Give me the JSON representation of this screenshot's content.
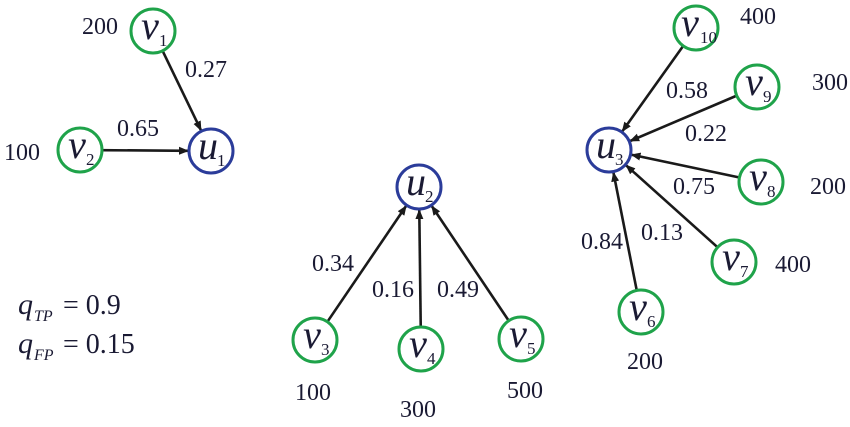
{
  "colors": {
    "source_node": "#1fa34a",
    "target_node": "#2b3c9a",
    "edge": "#1a1a1a",
    "text": "#1a1a33"
  },
  "nodes": [
    {
      "id": "v1",
      "symbol": "v",
      "sub": "1",
      "kind": "source",
      "label": "200"
    },
    {
      "id": "v2",
      "symbol": "v",
      "sub": "2",
      "kind": "source",
      "label": "100"
    },
    {
      "id": "u1",
      "symbol": "u",
      "sub": "1",
      "kind": "target",
      "label": ""
    },
    {
      "id": "u2",
      "symbol": "u",
      "sub": "2",
      "kind": "target",
      "label": ""
    },
    {
      "id": "v3",
      "symbol": "v",
      "sub": "3",
      "kind": "source",
      "label": "100"
    },
    {
      "id": "v4",
      "symbol": "v",
      "sub": "4",
      "kind": "source",
      "label": "300"
    },
    {
      "id": "v5",
      "symbol": "v",
      "sub": "5",
      "kind": "source",
      "label": "500"
    },
    {
      "id": "u3",
      "symbol": "u",
      "sub": "3",
      "kind": "target",
      "label": ""
    },
    {
      "id": "v6",
      "symbol": "v",
      "sub": "6",
      "kind": "source",
      "label": "200"
    },
    {
      "id": "v7",
      "symbol": "v",
      "sub": "7",
      "kind": "source",
      "label": "400"
    },
    {
      "id": "v8",
      "symbol": "v",
      "sub": "8",
      "kind": "source",
      "label": "200"
    },
    {
      "id": "v9",
      "symbol": "v",
      "sub": "9",
      "kind": "source",
      "label": "300"
    },
    {
      "id": "v10",
      "symbol": "v",
      "sub": "10",
      "kind": "source",
      "label": "400"
    }
  ],
  "edges": [
    {
      "from": "v1",
      "to": "u1",
      "weight": "0.27"
    },
    {
      "from": "v2",
      "to": "u1",
      "weight": "0.65"
    },
    {
      "from": "v3",
      "to": "u2",
      "weight": "0.34"
    },
    {
      "from": "v4",
      "to": "u2",
      "weight": "0.16"
    },
    {
      "from": "v5",
      "to": "u2",
      "weight": "0.49"
    },
    {
      "from": "v6",
      "to": "u3",
      "weight": "0.84"
    },
    {
      "from": "v7",
      "to": "u3",
      "weight": "0.13"
    },
    {
      "from": "v8",
      "to": "u3",
      "weight": "0.75"
    },
    {
      "from": "v9",
      "to": "u3",
      "weight": "0.22"
    },
    {
      "from": "v10",
      "to": "u3",
      "weight": "0.58"
    }
  ],
  "parameters": [
    {
      "symbol": "q",
      "sub": "TP",
      "value": "= 0.9"
    },
    {
      "symbol": "q",
      "sub": "FP",
      "value": "= 0.15"
    }
  ]
}
